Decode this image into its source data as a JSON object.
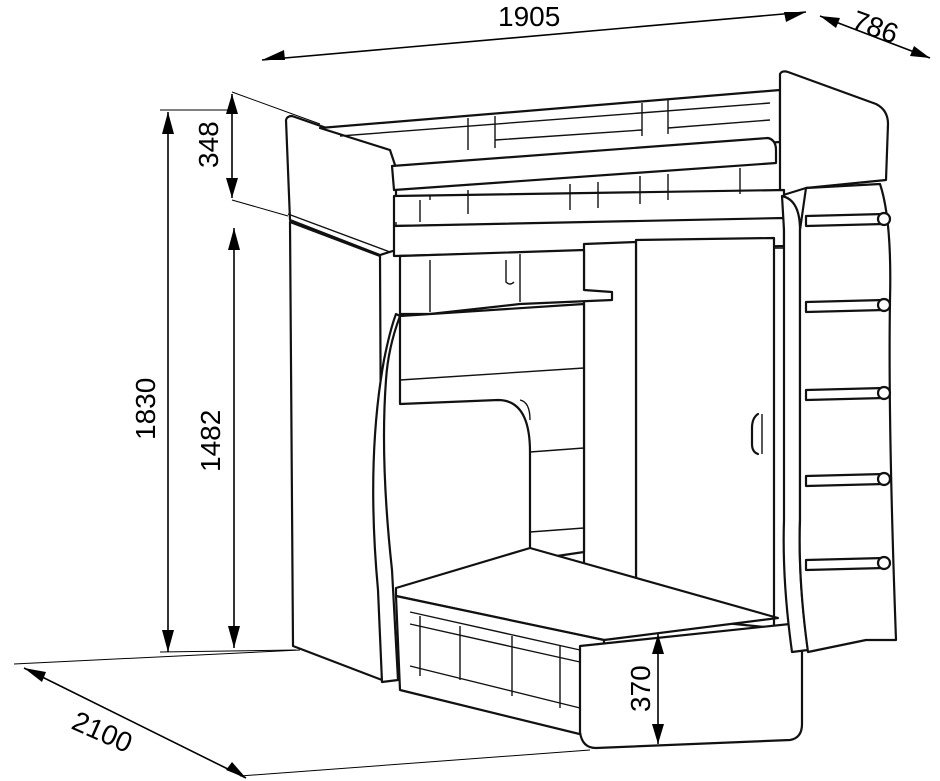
{
  "dimensions": {
    "width": "1905",
    "depth": "786",
    "total_height": "1830",
    "top_side_height": "348",
    "bottom_height": "1482",
    "step_height": "370",
    "length": "2100"
  }
}
